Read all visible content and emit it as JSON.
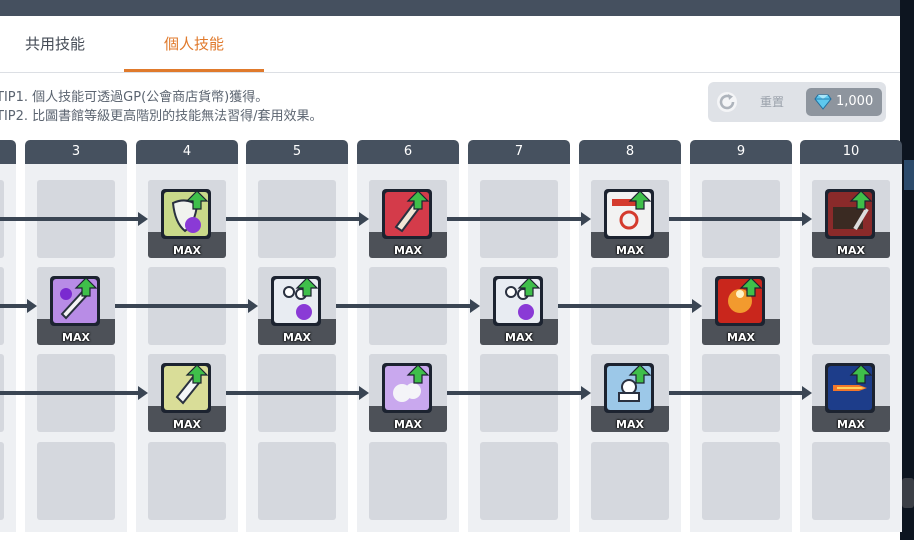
{
  "tabs": [
    {
      "label": "共用技能",
      "active": false
    },
    {
      "label": "個人技能",
      "active": true
    }
  ],
  "tips": [
    "TIP1. 個人技能可透過GP(公會商店貨幣)獲得。",
    "TIP2. 比圖書館等級更高階別的技能無法習得/套用效果。"
  ],
  "reset": {
    "label": "重置"
  },
  "currency": {
    "value": "1,000",
    "icon": "diamond-icon"
  },
  "columns": [
    "",
    "3",
    "4",
    "5",
    "6",
    "7",
    "8",
    "9",
    "10"
  ],
  "skill_badge": "MAX",
  "skills": [
    {
      "row": 1,
      "column": "4",
      "icon": "shield-dark-aura-icon",
      "level": "MAX"
    },
    {
      "row": 1,
      "column": "6",
      "icon": "sword-burst-icon",
      "level": "MAX"
    },
    {
      "row": 1,
      "column": "8",
      "icon": "warrior-gauge-icon",
      "level": "MAX"
    },
    {
      "row": 1,
      "column": "10",
      "icon": "castle-sword-icon",
      "level": "MAX"
    },
    {
      "row": 2,
      "column": "3",
      "icon": "dark-sword-icon",
      "level": "MAX"
    },
    {
      "row": 2,
      "column": "5",
      "icon": "party-dark-aura-icon",
      "level": "MAX"
    },
    {
      "row": 2,
      "column": "7",
      "icon": "party-dark-aura-icon",
      "level": "MAX"
    },
    {
      "row": 2,
      "column": "9",
      "icon": "fire-warrior-icon",
      "level": "MAX"
    },
    {
      "row": 3,
      "column": "4",
      "icon": "shield-light-icon",
      "level": "MAX"
    },
    {
      "row": 3,
      "column": "6",
      "icon": "cloud-purple-icon",
      "level": "MAX"
    },
    {
      "row": 3,
      "column": "8",
      "icon": "warrior-light-icon",
      "level": "MAX"
    },
    {
      "row": 3,
      "column": "10",
      "icon": "fire-dash-icon",
      "level": "MAX"
    }
  ],
  "colors": {
    "accent": "#e07a2c",
    "header": "#46515f",
    "arrow": "#3a4553",
    "upgrade": "#3fbf4a"
  }
}
